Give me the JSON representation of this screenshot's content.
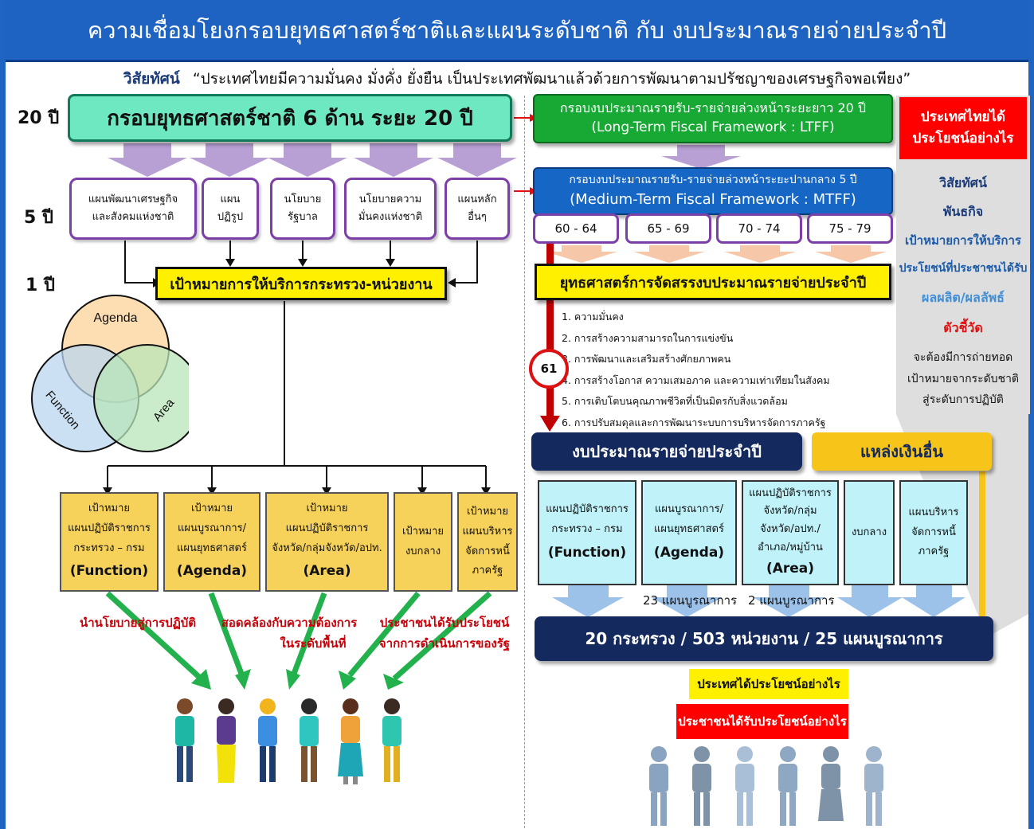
{
  "title": "ความเชื่อมโยงกรอบยุทธศาสตร์ชาติและแผนระดับชาติ กับ งบประมาณรายจ่ายประจำปี",
  "vision": {
    "label": "วิสัยทัศน์",
    "text": "“ประเทศไทยมีความมั่นคง มั่งคั่ง ยั่งยืน เป็นประเทศพัฒนาแล้วด้วยการพัฒนาตามปรัชญาของเศรษฐกิจพอเพียง”"
  },
  "timeframes": {
    "y20": "20 ปี",
    "y5": "5 ปี",
    "y1": "1 ปี"
  },
  "left": {
    "strategy": "กรอบยุทธศาสตร์ชาติ 6 ด้าน ระยะ 20 ปี",
    "plans": [
      {
        "line1": "แผนพัฒนาเศรษฐกิจ",
        "line2": "และสังคมแห่งชาติ"
      },
      {
        "line1": "แผน",
        "line2": "ปฏิรูป"
      },
      {
        "line1": "นโยบาย",
        "line2": "รัฐบาล"
      },
      {
        "line1": "นโยบายความ",
        "line2": "มั่นคงแห่งชาติ"
      },
      {
        "line1": "แผนหลัก",
        "line2": "อื่นๆ"
      }
    ],
    "target": "เป้าหมายการให้บริการกระทรวง-หน่วยงาน",
    "venn": {
      "a": "Agenda",
      "b": "Function",
      "c": "Area"
    },
    "goals": [
      {
        "l1": "เป้าหมาย",
        "l2": "แผนปฏิบัติราชการ",
        "l3": "กระทรวง – กรม",
        "eng": "(Function)"
      },
      {
        "l1": "เป้าหมาย",
        "l2": "แผนบูรณาการ/",
        "l3": "แผนยุทธศาสตร์",
        "eng": "(Agenda)"
      },
      {
        "l1": "เป้าหมาย",
        "l2": "แผนปฏิบัติราชการ",
        "l3": "จังหวัด/กลุ่มจังหวัด/อปท.",
        "eng": "(Area)"
      },
      {
        "l1": "เป้าหมาย",
        "l2": "งบกลาง",
        "l3": "",
        "eng": ""
      },
      {
        "l1": "เป้าหมาย",
        "l2": "แผนบริหาร",
        "l3": "จัดการหนี้",
        "eng": "ภาครัฐ"
      }
    ],
    "captions": [
      {
        "l1": "นำนโยบายสู่การปฏิบัติ",
        "l2": ""
      },
      {
        "l1": "สอดคล้องกับความต้องการ",
        "l2": "ในระดับพื้นที่"
      },
      {
        "l1": "ประชาชนได้รับประโยชน์",
        "l2": "จากการดำเนินการของรัฐ"
      }
    ]
  },
  "right": {
    "ltff": {
      "l1": "กรอบงบประมาณรายรับ-รายจ่ายล่วงหน้าระยะยาว 20 ปี",
      "l2": "(Long-Term Fiscal Framework : LTFF)"
    },
    "mtff": {
      "l1": "กรอบงบประมาณรายรับ-รายจ่ายล่วงหน้าระยะปานกลาง 5 ปี",
      "l2": "(Medium-Term Fiscal Framework : MTFF)"
    },
    "ranges": [
      "60 - 64",
      "65 - 69",
      "70 - 74",
      "75 - 79"
    ],
    "allocation": "ยุทธศาสตร์การจัดสรรงบประมาณรายจ่ายประจำปี",
    "badge": "61",
    "strategies": [
      "1.  ความมั่นคง",
      "2.  การสร้างความสามารถในการแข่งขัน",
      "3.  การพัฒนาและเสริมสร้างศักยภาพคน",
      "4.  การสร้างโอกาส ความเสมอภาค และความเท่าเทียมในสังคม",
      "5.  การเติบโตบนคุณภาพชีวิตที่เป็นมิตรกับสิ่งแวดล้อม",
      "6.  การปรับสมดุลและการพัฒนาระบบการบริหารจัดการภาครัฐ"
    ],
    "budget": "งบประมาณรายจ่ายประจำปี",
    "other_funds": "แหล่งเงินอื่น",
    "plans": [
      {
        "l1": "แผนปฏิบัติราชการ",
        "l2": "กระทรวง – กรม",
        "l3": "",
        "eng": "(Function)"
      },
      {
        "l1": "แผนบูรณาการ/",
        "l2": "แผนยุทธศาสตร์",
        "l3": "",
        "eng": "(Agenda)"
      },
      {
        "l1": "แผนปฏิบัติราชการ",
        "l2": "จังหวัด/กลุ่ม",
        "l3": "จังหวัด/อปท./",
        "l4": "อำเภอ/หมู่บ้าน",
        "eng": "(Area)"
      },
      {
        "l1": "งบกลาง",
        "l2": "",
        "l3": "",
        "eng": ""
      },
      {
        "l1": "แผนบริหาร",
        "l2": "จัดการหนี้",
        "l3": "ภาครัฐ",
        "eng": ""
      }
    ],
    "note1": "23 แผนบูรณาการ",
    "note2": "2 แผนบูรณาการ",
    "summary": "20 กระทรวง / 503 หน่วยงาน / 25 แผนบูรณาการ",
    "q1": "ประเทศได้ประโยชน์อย่างไร",
    "q2": "ประชาชนได้รับประโยชน์อย่างไร"
  },
  "side": {
    "header": "ประเทศไทยได้ประโยชน์อย่างไร",
    "items": [
      "วิสัยทัศน์",
      "พันธกิจ",
      "เป้าหมายการให้บริการ",
      "ประโยชน์ที่ประชาชนได้รับ",
      "ผลผลิต/ผลลัพธ์",
      "ตัวชี้วัด"
    ],
    "note": [
      "จะต้องมีการถ่ายทอด",
      "เป้าหมายจากระดับชาติ",
      "สู่ระดับการปฏิบัติ"
    ]
  },
  "colors": {
    "title_blue": "#1e63c1",
    "yellow": "#fff000",
    "teal": "#6ee8c0",
    "green": "#18a834",
    "red": "#ff0000",
    "navy": "#14295d",
    "orange": "#f7c51a"
  }
}
